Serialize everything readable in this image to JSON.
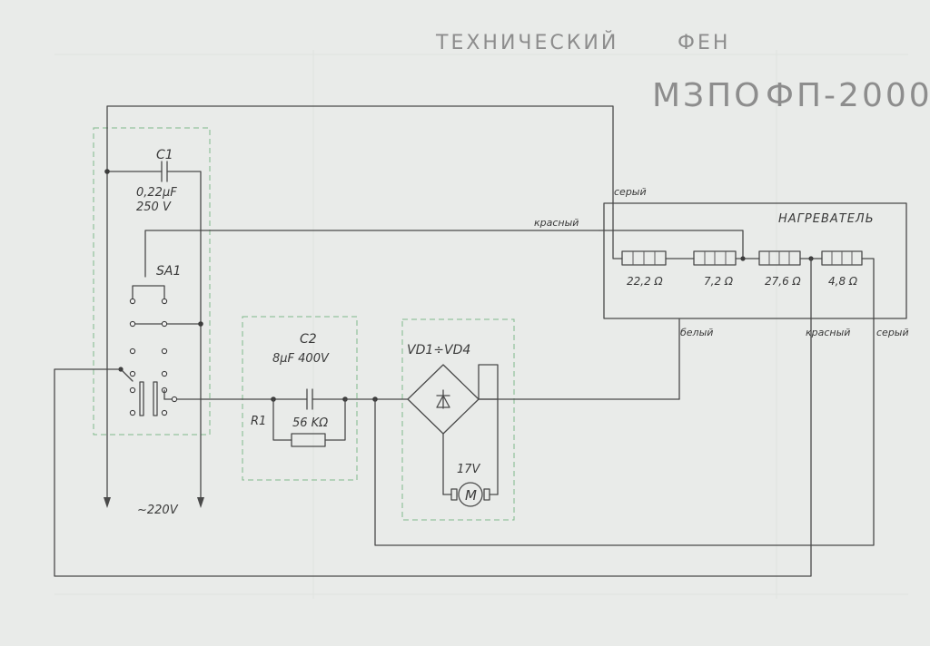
{
  "title": {
    "line1_word1": "ТЕХНИЧЕСКИЙ",
    "line1_word2": "ФЕН",
    "line2_word1": "МЗПО",
    "line2_word2": "ФП-2000"
  },
  "capacitor_c1": {
    "ref": "C1",
    "value": "0,22μF",
    "voltage": "250 V"
  },
  "switch": {
    "ref": "SA1"
  },
  "supply": {
    "voltage": "~220V"
  },
  "capacitor_c2": {
    "ref": "C2",
    "value": "8μF 400V"
  },
  "resistor_r1": {
    "ref": "R1",
    "value": "56 KΩ"
  },
  "bridge": {
    "ref": "VD1÷VD4"
  },
  "motor": {
    "voltage": "17V",
    "symbol": "M"
  },
  "heater": {
    "title": "НАГРЕВАТЕЛЬ",
    "sections": [
      "22,2 Ω",
      "7,2 Ω",
      "27,6 Ω",
      "4,8 Ω"
    ]
  },
  "wires": {
    "top_gray": "серый",
    "red_top": "красный",
    "white": "белый",
    "red_bottom": "красный",
    "gray_bottom": "серый"
  },
  "colors": {
    "paper": "#e9ebe9",
    "ink": "#4a4a4a",
    "block_outline": "#7fb98a",
    "title_ink": "#8d8d8d"
  }
}
